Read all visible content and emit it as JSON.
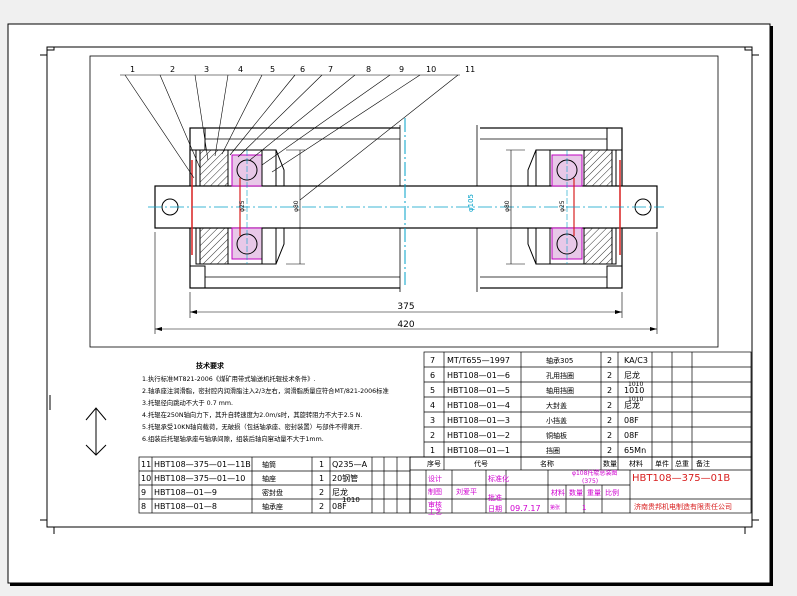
{
  "balloons": [
    "1",
    "2",
    "3",
    "4",
    "5",
    "6",
    "7",
    "8",
    "9",
    "10",
    "11"
  ],
  "dimensions": {
    "d375": "375",
    "d420": "420",
    "dia_shaft": "φ105",
    "dia_bearing": "φ25",
    "dia_inner": "φ80",
    "dia_inner_r": "φ80",
    "dia_bearing_r": "φ25"
  },
  "tech": {
    "title": "技术要求",
    "items": [
      "1.执行标准MT821-2006《煤矿用带式输送机托辊技术条件》.",
      "2.轴承座注润滑脂，密封腔内润滑脂注入2/3左右，润滑脂质量应符合MT/821-2006标准",
      "3.托辊径向跳动不大于 0.7 mm.",
      "4.托辊在250N轴向力下，其升自转速度为2.0m/s时，其旋转阻力不大于2.5 N.",
      "5.托辊承受10KN轴向载荷，无破损（包括轴承座、密封装置）与部件不得离开.",
      "6.组装后托辊轴承座与轴承间隙，组装后轴向窜动量不大于1mm."
    ]
  },
  "bom_right": {
    "rows": [
      {
        "no": "7",
        "code": "MT/T655—1997",
        "name": "轴承305",
        "qty": "2",
        "mat": "KA/C3"
      },
      {
        "no": "6",
        "code": "HBT108—01—6",
        "name": "孔用挡圈",
        "qty": "2",
        "mat": "尼龙"
      },
      {
        "no": "5",
        "code": "HBT108—01—5",
        "name": "轴用挡圈",
        "qty": "2",
        "mat": "1010"
      },
      {
        "no": "4",
        "code": "HBT108—01—4",
        "name": "大封盖",
        "qty": "2",
        "mat": "尼龙"
      },
      {
        "no": "3",
        "code": "HBT108—01—3",
        "name": "小挡盖",
        "qty": "2",
        "mat": "08F"
      },
      {
        "no": "2",
        "code": "HBT108—01—2",
        "name": "铜轴板",
        "qty": "2",
        "mat": "08F"
      },
      {
        "no": "1",
        "code": "HBT108—01—1",
        "name": "挡圈",
        "qty": "2",
        "mat": "65Mn"
      }
    ],
    "mat_extra_5": "1010",
    "mat_extra_6": "1010",
    "header": {
      "no": "序号",
      "code": "代号",
      "name": "名称",
      "qty": "数量",
      "mat": "材料",
      "unit_weight": "单件",
      "total_weight": "总重",
      "note": "备注"
    }
  },
  "bom_left": {
    "rows": [
      {
        "no": "11",
        "code": "HBT108—375—01—11B",
        "name": "轴筒",
        "qty": "1",
        "mat": "Q235—A"
      },
      {
        "no": "10",
        "code": "HBT108—375—01—10",
        "name": "轴座",
        "qty": "1",
        "mat": "20钢管"
      },
      {
        "no": "9",
        "code": "HBT108—01—9",
        "name": "密封盘",
        "qty": "2",
        "mat": "尼龙"
      },
      {
        "no": "8",
        "code": "HBT108—01—8",
        "name": "轴承座",
        "qty": "2",
        "mat": "08F"
      }
    ],
    "mat_extra_9": "1010"
  },
  "title_block": {
    "design_label": "设计",
    "draw_label": "制图",
    "check_label": "审核",
    "craft_label": "工艺",
    "std_label": "标准化",
    "approve_label": "批准",
    "date_label": "日期",
    "drafter": "刘爱平",
    "date": "09.7.17",
    "part_name": "φ108托辊总装图",
    "part_spec": "(375)",
    "drawing_no": "HBT108—375—01B",
    "material_label": "材料",
    "qty_label": "数量",
    "weight_label": "重量",
    "scale_label": "比例",
    "qty_value": "1",
    "sheet_label": "第张",
    "company": "济南贵邦机电制造有限责任公司"
  },
  "colors": {
    "line": "#000000",
    "cyan": "#00a0c8",
    "red": "#d82020",
    "magenta": "#d000d0",
    "hatch": "#c000c0"
  }
}
